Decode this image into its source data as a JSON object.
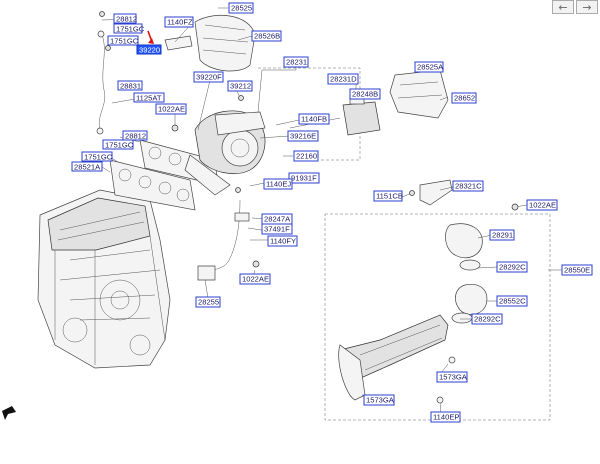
{
  "nav": {
    "prev_glyph": "←",
    "next_glyph": "→"
  },
  "part_labels": {
    "p28812": "28812",
    "p1751GC_a": "1751GC",
    "p1751GC_b": "1751GC",
    "p1751GC_c": "1751GC",
    "p1751GC_d": "1751GC",
    "p1140FZ": "1140FZ",
    "p39220": "39220",
    "p28525": "28525",
    "p28526B": "28526B",
    "p28231": "28231",
    "p39220F": "39220F",
    "p28231D": "28231D",
    "p28525A": "28525A",
    "p28831": "28831",
    "p1125AT": "1125AT",
    "p39212": "39212",
    "p28248B": "28248B",
    "p28652": "28652",
    "p1022AE_a": "1022AE",
    "p1022AE_b": "1022AE",
    "p1022AE_c": "1022AE",
    "p1140FB": "1140FB",
    "p28812b": "28812",
    "p39216E": "39216E",
    "p22160": "22160",
    "p28521A": "28521A",
    "p1140EJ": "1140EJ",
    "p91931F": "91931F",
    "p28321C": "28321C",
    "p1151CB": "1151CB",
    "p28247A": "28247A",
    "p37491F": "37491F",
    "p1140FY": "1140FY",
    "p28291": "28291",
    "p28292C_a": "28292C",
    "p28292C_b": "28292C",
    "p28550E": "28550E",
    "p28552C": "28552C",
    "p28255": "28255",
    "p1573GA_a": "1573GA",
    "p1573GA_b": "1573GA",
    "p1140EP": "1140EP"
  },
  "colors": {
    "label_border": "#2a3fd0",
    "label_selected_fill": "#2456ff",
    "arrow": "#e01010"
  }
}
